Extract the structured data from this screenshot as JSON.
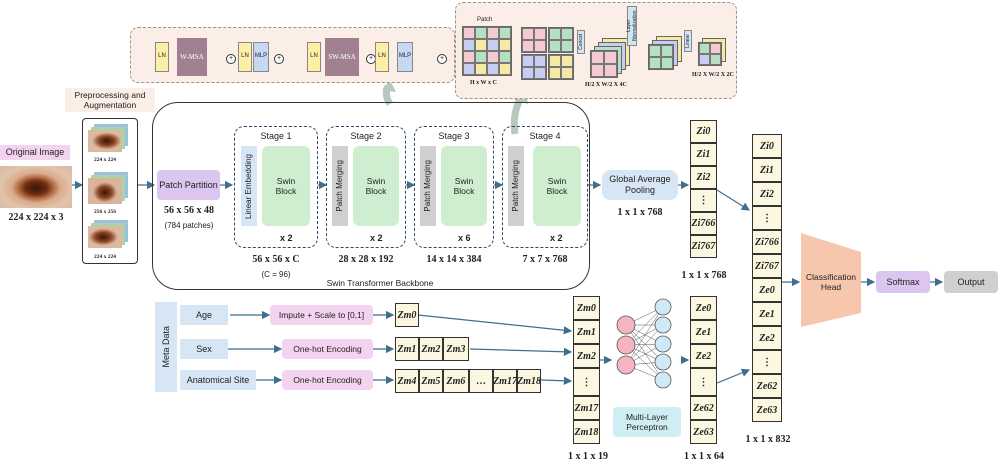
{
  "swin_blocks": {
    "block1": {
      "ln1": "LN",
      "msa": "W-MSA",
      "ln2": "LN",
      "mlp": "MLP"
    },
    "block2": {
      "ln1": "LN",
      "msa": "SW-MSA",
      "ln2": "LN",
      "mlp": "MLP"
    }
  },
  "patch_merging_detail": {
    "patch_label": "Patch",
    "input_dims": "H x W x C",
    "concat": "Concat",
    "layer_norm": "Layer Normalization",
    "linear": "Linear",
    "concat_dims": "H/2 X W/2 X 4C",
    "out_dims": "H/2 X W/2 X 2C"
  },
  "input": {
    "original_label": "Original Image",
    "original_dims": "224 x 224 x 3",
    "preprocessing_label": "Preprocessing and Augmentation",
    "aug_sizes": [
      "224 x 224",
      "256 x 256",
      "224 x 224"
    ]
  },
  "patch_partition": {
    "label": "Patch Partition",
    "dims": "56 x 56 x 48",
    "note": "(784 patches)"
  },
  "backbone": {
    "label": "Swin Transformer Backbone",
    "stages": [
      {
        "title": "Stage 1",
        "prep": "Linear Embedding",
        "block": "Swin Block",
        "repeat": "x 2",
        "dims": "56 x 56 x C",
        "note": "(C = 96)"
      },
      {
        "title": "Stage 2",
        "prep": "Patch Merging",
        "block": "Swin Block",
        "repeat": "x 2",
        "dims": "28 x 28 x 192"
      },
      {
        "title": "Stage 3",
        "prep": "Patch Merging",
        "block": "Swin Block",
        "repeat": "x 6",
        "dims": "14 x 14 x 384"
      },
      {
        "title": "Stage 4",
        "prep": "Patch Merging",
        "block": "Swin Block",
        "repeat": "x 2",
        "dims": "7 x 7 x 768"
      }
    ]
  },
  "gap": {
    "label": "Global Average Pooling",
    "dims": "1 x 1 x 768"
  },
  "image_vector": {
    "cells": [
      "Zi0",
      "Zi1",
      "Zi2",
      "⋮",
      "Zi766",
      "Zi767"
    ],
    "dims": "1 x 1 x 768"
  },
  "meta": {
    "label": "Meta Data",
    "rows": [
      {
        "name": "Age",
        "op": "Impute + Scale to [0,1]",
        "cells": [
          "Zm0"
        ]
      },
      {
        "name": "Sex",
        "op": "One-hot Encoding",
        "cells": [
          "Zm1",
          "Zm2",
          "Zm3"
        ]
      },
      {
        "name": "Anatomical Site",
        "op": "One-hot Encoding",
        "cells": [
          "Zm4",
          "Zm5",
          "Zm6",
          "…",
          "Zm17",
          "Zm18"
        ]
      }
    ]
  },
  "meta_vector": {
    "cells": [
      "Zm0",
      "Zm1",
      "Zm2",
      "⋮",
      "Zm17",
      "Zm18"
    ],
    "dims": "1 x 1 x 19"
  },
  "mlp": {
    "label": "Multi-Layer Perceptron"
  },
  "meta_embed": {
    "cells": [
      "Ze0",
      "Ze1",
      "Ze2",
      "⋮",
      "Ze62",
      "Ze63"
    ],
    "dims": "1 x 1 x 64"
  },
  "concat_vector": {
    "cells": [
      "Zi0",
      "Zi1",
      "Zi2",
      "⋮",
      "Zi766",
      "Zi767",
      "Ze0",
      "Ze1",
      "Ze2",
      "⋮",
      "Ze62",
      "Ze63"
    ],
    "dims": "1 x 1 x 832"
  },
  "head": {
    "classification": "Classification Head",
    "softmax": "Softmax",
    "output": "Output"
  },
  "colors": {
    "pink": "#f3d3ef",
    "purple": "#dcc6ef",
    "lightblue": "#d6e6f5",
    "green": "#cfeecf",
    "grey": "#cfcfcf",
    "cream": "#fbf7e0",
    "orange": "#f6c7ad",
    "peachbg": "#fbeee6",
    "arrow": "#3f6f8d"
  }
}
